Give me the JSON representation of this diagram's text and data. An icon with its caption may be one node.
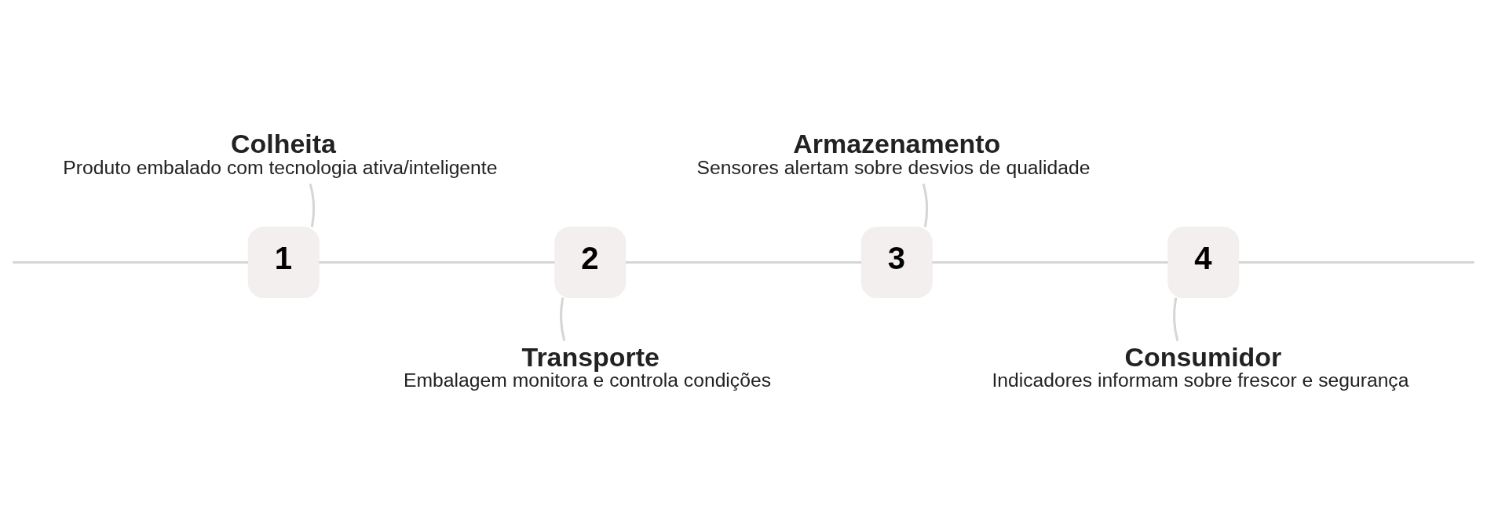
{
  "diagram": {
    "nodes": [
      {
        "text": [
          "1"
        ]
      },
      {
        "text": [
          "2"
        ]
      },
      {
        "text": [
          "3"
        ]
      },
      {
        "text": [
          "4"
        ]
      },
      {
        "text": [
          "Colheita",
          "Produto embalado com tecnologia ativa/inteligente"
        ]
      },
      {
        "text": [
          "Transporte",
          "Embalagem monitora e controla condições"
        ]
      },
      {
        "text": [
          "Armazenamento",
          "Sensores alertam sobre desvios de qualidade"
        ]
      },
      {
        "text": [
          "Consumidor",
          "Indicadores informam sobre frescor e segurança"
        ]
      }
    ],
    "edges": [
      {
        "from": null,
        "to": 0,
        "arrow": "none"
      },
      {
        "from": 0,
        "to": 1,
        "arrow": "none"
      },
      {
        "from": 1,
        "to": 2,
        "arrow": "none"
      },
      {
        "from": 2,
        "to": 3,
        "arrow": "none"
      },
      {
        "from": 3,
        "to": null,
        "arrow": "none"
      },
      {
        "from": 0,
        "to": 4,
        "arrow": "none"
      },
      {
        "from": 1,
        "to": 5,
        "arrow": "none"
      },
      {
        "from": 2,
        "to": 6,
        "arrow": "none"
      },
      {
        "from": 3,
        "to": 7,
        "arrow": "none"
      }
    ]
  }
}
